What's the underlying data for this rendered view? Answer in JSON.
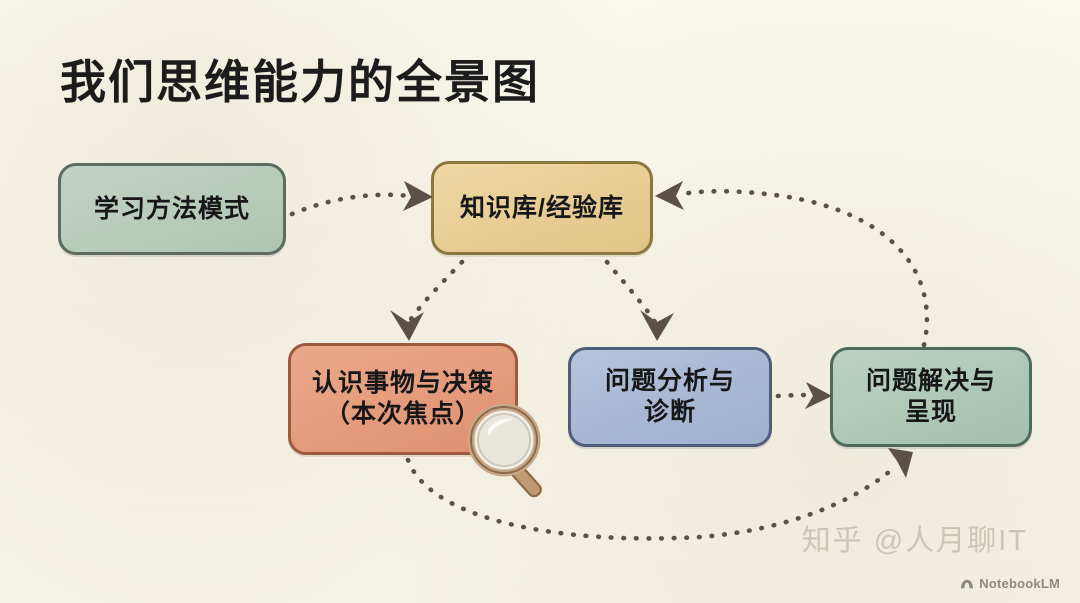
{
  "page": {
    "title": "我们思维能力的全景图",
    "background_color": "#f8f6ec"
  },
  "nodes": [
    {
      "id": "learning",
      "label": "学习方法模式",
      "color": "#b7cbbb",
      "border_color": "#5d6b60"
    },
    {
      "id": "knowledge",
      "label": "知识库/经验库",
      "color": "#e7cd93",
      "border_color": "#8a7740"
    },
    {
      "id": "cognition",
      "label": "认识事物与决策\n（本次焦点）",
      "color": "#e49b7b",
      "border_color": "#9c5a3f"
    },
    {
      "id": "analysis",
      "label": "问题分析与\n诊断",
      "color": "#a8b8d3",
      "border_color": "#4e5d79"
    },
    {
      "id": "solution",
      "label": "问题解决与\n呈现",
      "color": "#aec8b7",
      "border_color": "#4e6b5a"
    }
  ],
  "edges": [
    {
      "id": "learning-to-knowledge",
      "from": "learning",
      "to": "knowledge",
      "style": "dotted-arrow"
    },
    {
      "id": "knowledge-to-cognition",
      "from": "knowledge",
      "to": "cognition",
      "style": "dotted-arrow"
    },
    {
      "id": "knowledge-to-analysis",
      "from": "knowledge",
      "to": "analysis",
      "style": "dotted-arrow"
    },
    {
      "id": "analysis-to-solution",
      "from": "analysis",
      "to": "solution",
      "style": "dotted-arrow"
    },
    {
      "id": "solution-to-knowledge",
      "from": "solution",
      "to": "knowledge",
      "style": "dotted-arrow-feedback"
    },
    {
      "id": "cognition-to-solution",
      "from": "cognition",
      "to": "solution",
      "style": "dotted-arrow-feedback"
    }
  ],
  "decorations": {
    "magnifier_icon": "magnifying-glass"
  },
  "watermark": {
    "zhihu": "知乎 @人月聊IT",
    "notebooklm": "NotebookLM"
  }
}
